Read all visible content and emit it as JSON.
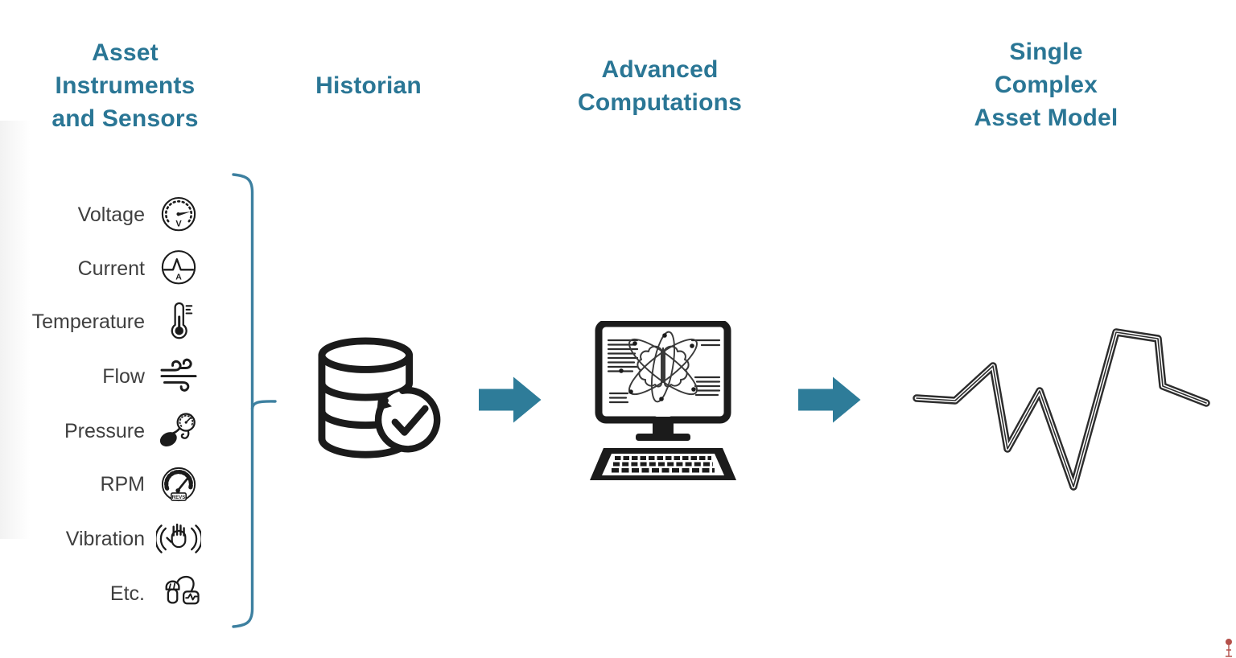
{
  "slide": {
    "description": "Process flow diagram from asset sensors through historian and advanced computations to a single complex asset model",
    "colors": {
      "accent_teal": "#2a7695",
      "arrow_teal": "#2e7c99",
      "bracket_teal": "#3d80a0",
      "icon_black": "#1b1b1b",
      "label_gray": "#3f3f3f",
      "watermark_red": "#b4504a"
    }
  },
  "headers": [
    {
      "title": "Asset\nInstruments\nand Sensors"
    },
    {
      "title": "Historian"
    },
    {
      "title": "Advanced\nComputations"
    },
    {
      "title": "Single\nComplex\nAsset Model"
    }
  ],
  "sensors": [
    {
      "label": "Voltage"
    },
    {
      "label": "Current"
    },
    {
      "label": "Temperature"
    },
    {
      "label": "Flow"
    },
    {
      "label": "Pressure"
    },
    {
      "label": "RPM"
    },
    {
      "label": "Vibration"
    },
    {
      "label": "Etc."
    }
  ],
  "icon_text": {
    "voltage_unit": "V",
    "current_unit": "A",
    "rpm_label": "REVS"
  }
}
